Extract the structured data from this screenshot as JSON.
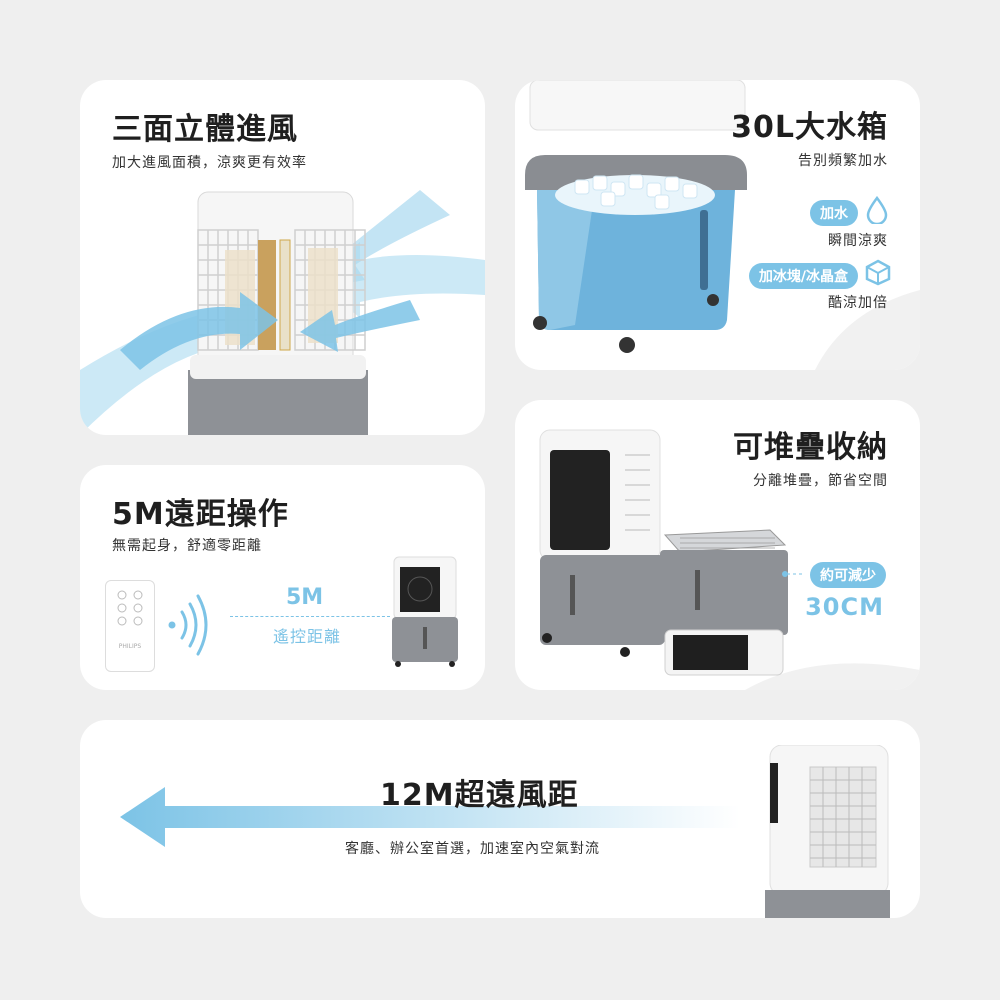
{
  "airflow": {
    "title": "三面立體進風",
    "subtitle": "加大進風面積，涼爽更有效率"
  },
  "tank": {
    "title": "30L大水箱",
    "subtitle": "告別頻繁加水",
    "tag1": "加水",
    "tag1_desc": "瞬間涼爽",
    "tag2": "加冰塊/冰晶盒",
    "tag2_desc": "酷涼加倍"
  },
  "stack": {
    "title": "可堆疊收納",
    "subtitle": "分離堆疊，節省空間",
    "tag": "約可減少",
    "amount": "30CM"
  },
  "remote": {
    "title": "5M遠距操作",
    "subtitle": "無需起身，舒適零距離",
    "distance": "5M",
    "distance_label": "遙控距離",
    "brand": "PHILIPS"
  },
  "wind": {
    "title": "12M超遠風距",
    "subtitle": "客廳、辦公室首選，加速室內空氣對流"
  },
  "colors": {
    "accent": "#7cc3e6",
    "background": "#efefef",
    "card": "#ffffff",
    "body_gray": "#8e9196"
  }
}
